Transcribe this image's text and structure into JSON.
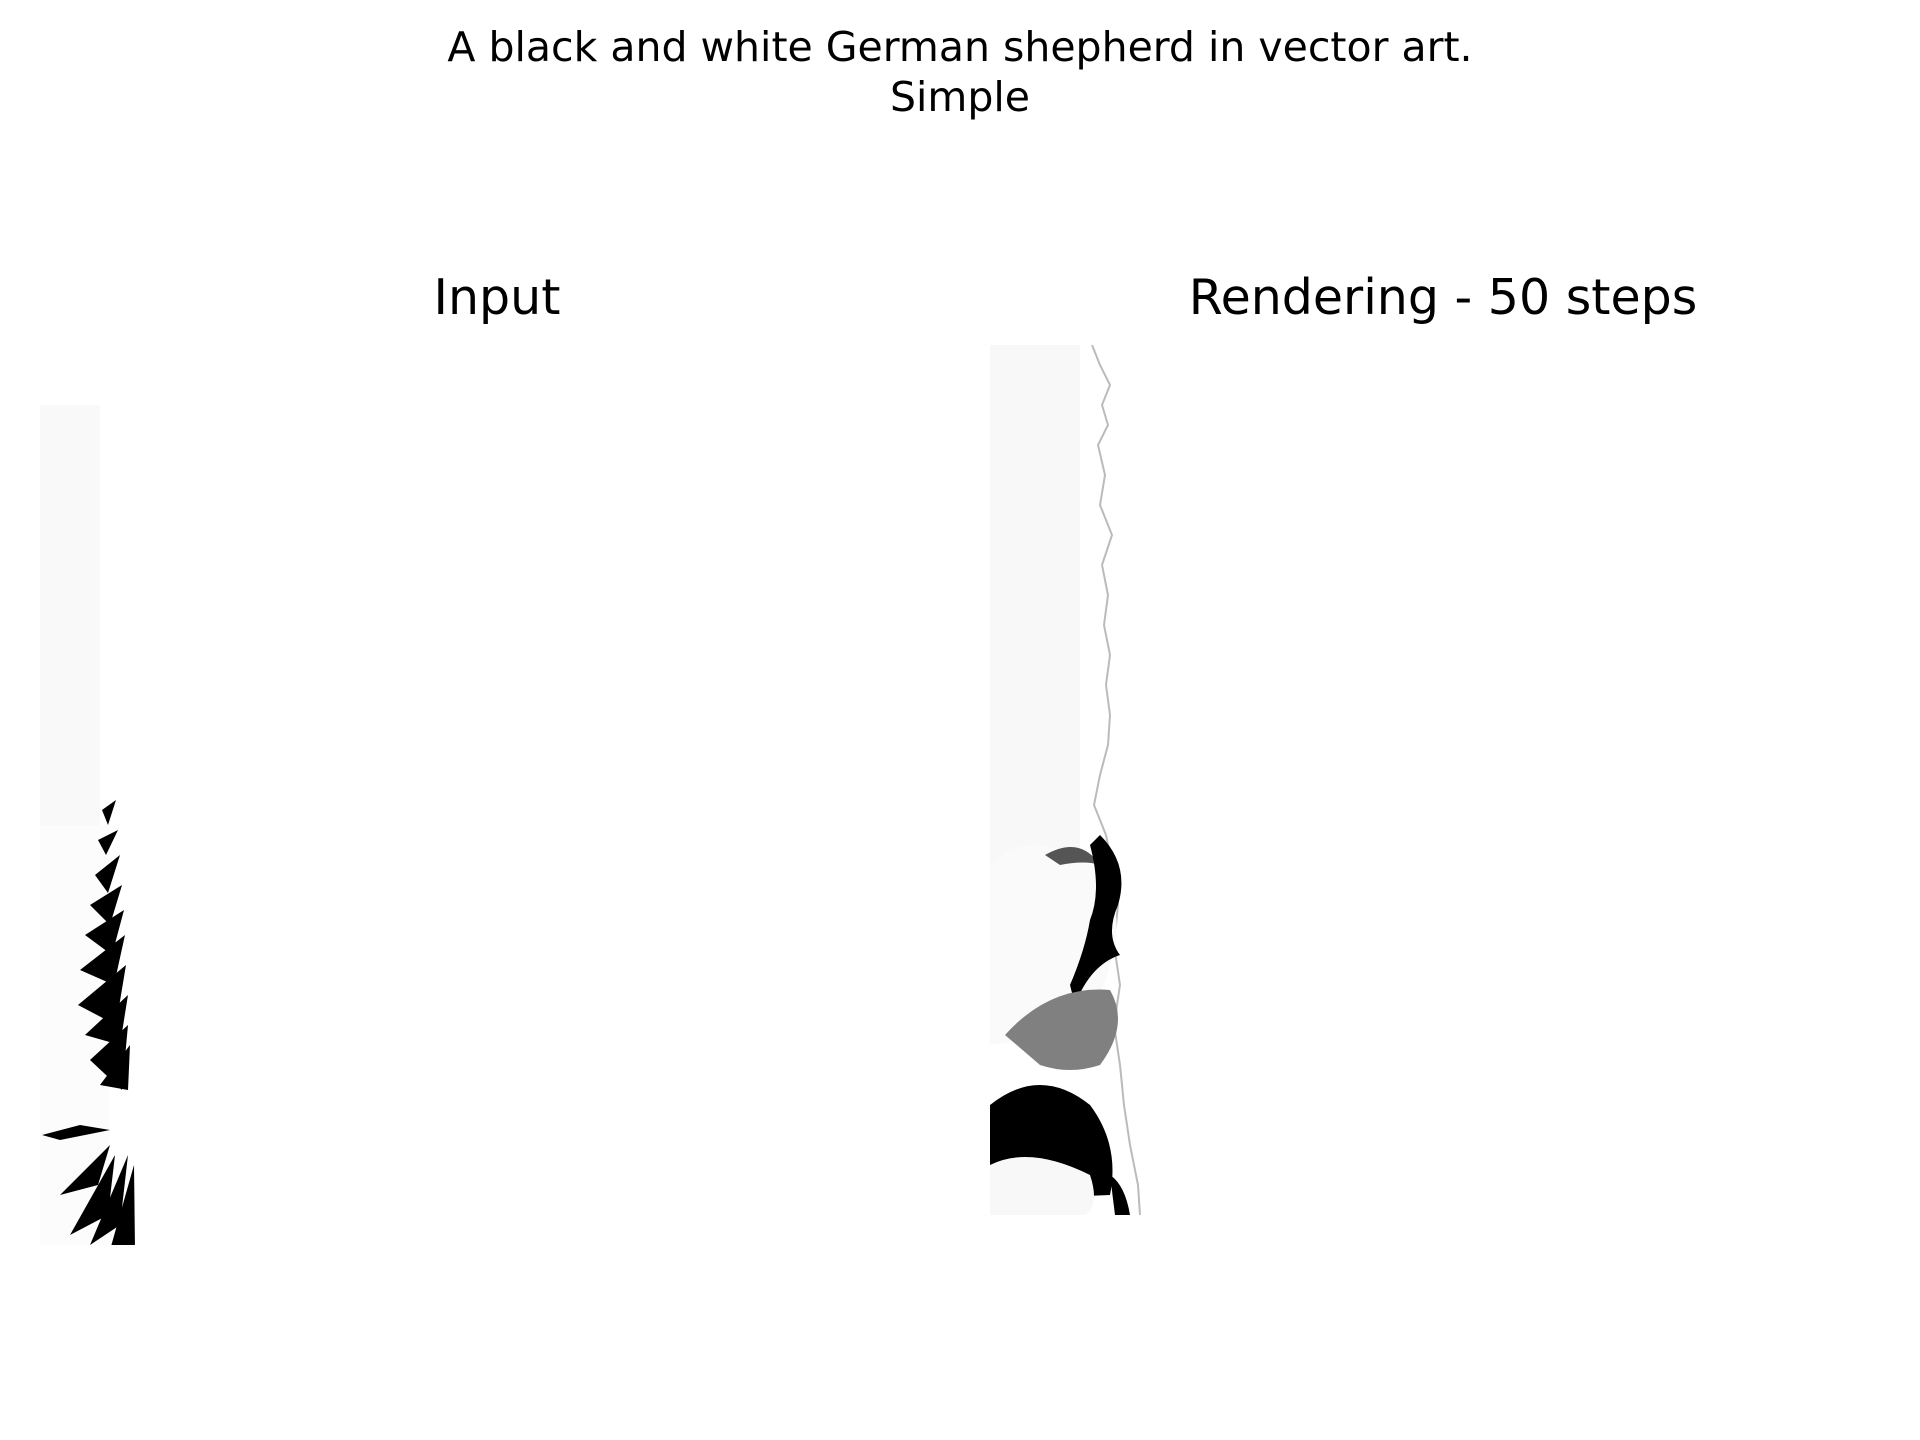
{
  "figure": {
    "title_line1": "A black and white German shepherd in vector art.",
    "title_line2": "Simple"
  },
  "panels": [
    {
      "title": "Input"
    },
    {
      "title": "Rendering - 50 steps"
    }
  ],
  "colors": {
    "background": "#ffffff",
    "ink": "#000000",
    "gray": "#808080",
    "faint": "#f8f8f8"
  }
}
